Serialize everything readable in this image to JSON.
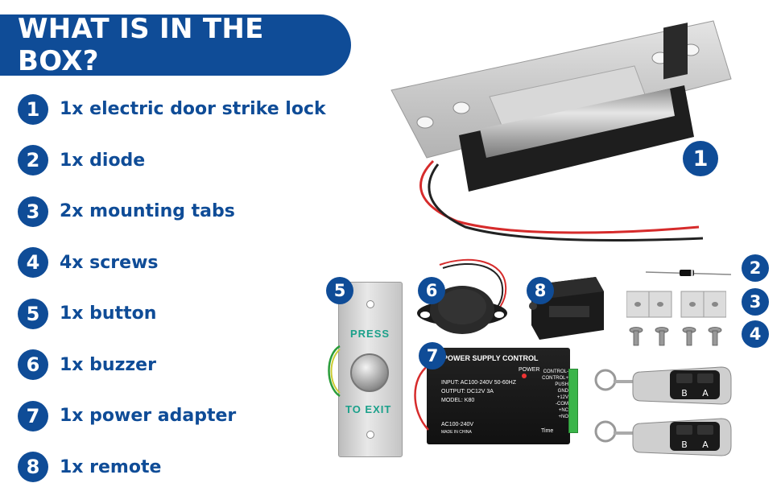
{
  "header": {
    "title": "WHAT IS IN THE BOX?"
  },
  "items": [
    {
      "number": "1",
      "label": "1x electric door strike lock"
    },
    {
      "number": "2",
      "label": "1x diode"
    },
    {
      "number": "3",
      "label": "2x mounting tabs"
    },
    {
      "number": "4",
      "label": "4x screws"
    },
    {
      "number": "5",
      "label": "1x button"
    },
    {
      "number": "6",
      "label": "1x buzzer"
    },
    {
      "number": "7",
      "label": "1x power adapter"
    },
    {
      "number": "8",
      "label": "1x remote"
    }
  ],
  "button_plate": {
    "top_text": "PRESS",
    "bottom_text": "TO EXIT"
  },
  "power_supply": {
    "title": "POWER SUPPLY CONTROL",
    "power_label": "POWER",
    "input": "INPUT: AC100-240V 50-60HZ",
    "output": "OUTPUT: DC12V  3A",
    "model": "MODEL: K80",
    "ac_label": "AC100-240V",
    "made_in": "MADE IN CHINA",
    "time_label": "Time",
    "terminals": [
      "CONTROL-",
      "CONTROL+",
      "PUSH",
      "GND",
      "+12V",
      "-COM",
      "+NC",
      "+NO"
    ]
  },
  "remote": {
    "button_a": "A",
    "button_b": "B"
  },
  "colors": {
    "brand_blue": "#0f4c97",
    "press_green": "#1aa08a"
  }
}
